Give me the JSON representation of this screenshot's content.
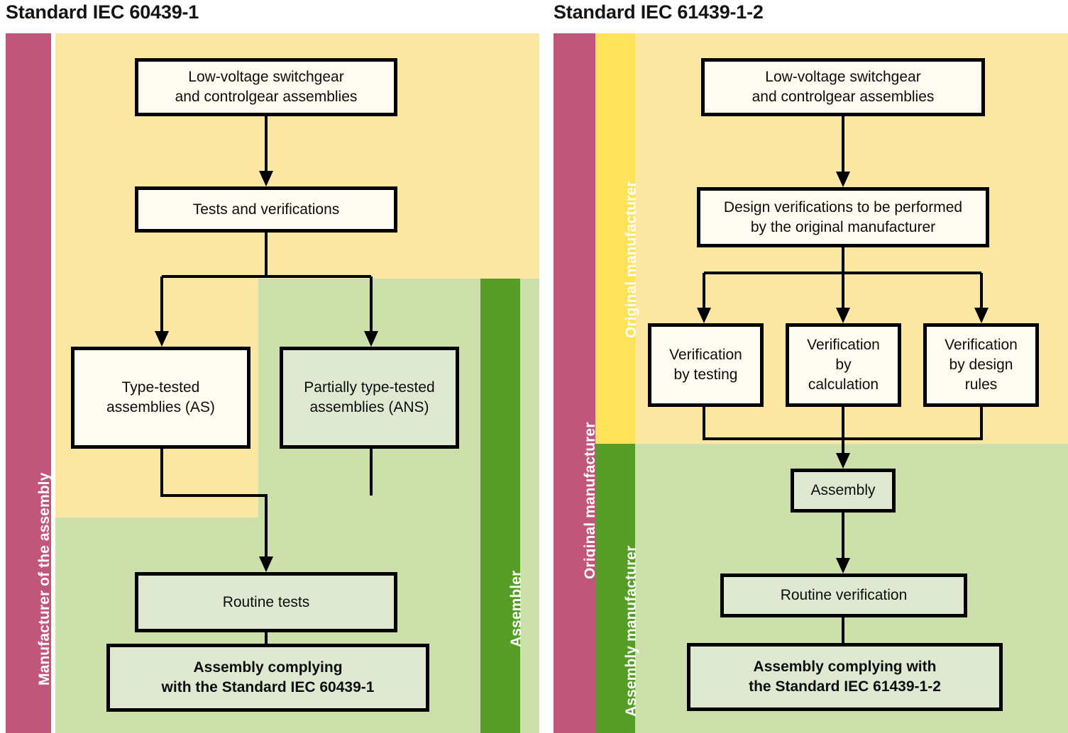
{
  "diagram": {
    "type": "flowchart",
    "panels": [
      {
        "id": "left",
        "title": "Standard IEC 60439-1",
        "swimlanes": [
          {
            "name": "manufacturer-of-the-assembly",
            "label": "Manufacturer of the assembly",
            "color": "#c0567a"
          },
          {
            "name": "assembler",
            "label": "Assembler",
            "color": "#559d27"
          }
        ],
        "zones": [
          {
            "name": "design-zone",
            "color": "#fbe7a2"
          },
          {
            "name": "assembly-zone",
            "color": "#cddfab"
          }
        ],
        "nodes": [
          {
            "id": "lv",
            "label": "Low-voltage switchgear\nand controlgear assemblies",
            "line1": "Low-voltage switchgear",
            "line2": "and controlgear assemblies",
            "fill": "cream",
            "bold": false
          },
          {
            "id": "tests",
            "label": "Tests and verifications",
            "line1": "Tests and verifications",
            "line2": "",
            "fill": "cream",
            "bold": false
          },
          {
            "id": "tta",
            "label": "Type-tested\nassemblies (AS)",
            "line1": "Type-tested",
            "line2": "assemblies (AS)",
            "fill": "cream",
            "bold": false
          },
          {
            "id": "pta",
            "label": "Partially type-tested\nassemblies (ANS)",
            "line1": "Partially type-tested",
            "line2": "assemblies (ANS)",
            "fill": "green",
            "bold": false
          },
          {
            "id": "routine",
            "label": "Routine tests",
            "line1": "Routine tests",
            "line2": "",
            "fill": "green",
            "bold": false
          },
          {
            "id": "complying",
            "label": "Assembly complying\nwith the Standard IEC 60439-1",
            "line1": "Assembly complying",
            "line2": "with the Standard IEC 60439-1",
            "fill": "green",
            "bold": true
          }
        ],
        "edges": [
          {
            "from": "lv",
            "to": "tests"
          },
          {
            "from": "tests",
            "to": "tta"
          },
          {
            "from": "tests",
            "to": "pta"
          },
          {
            "from": "tta",
            "to": "routine"
          },
          {
            "from": "pta",
            "to": "routine"
          },
          {
            "from": "routine",
            "to": "complying"
          }
        ]
      },
      {
        "id": "right",
        "title": "Standard IEC 61439-1-2",
        "swimlanes": [
          {
            "name": "original-manufacturer-outer",
            "label": "Original manufacturer",
            "color": "#c0567a"
          },
          {
            "name": "original-manufacturer-inner",
            "label": "Original manufacturer",
            "color": "#fde25a"
          },
          {
            "name": "assembly-manufacturer",
            "label": "Assembly manufacturer",
            "color": "#559d27"
          }
        ],
        "zones": [
          {
            "name": "design-zone",
            "color": "#fbe7a2"
          },
          {
            "name": "assembly-zone",
            "color": "#cddfab"
          }
        ],
        "nodes": [
          {
            "id": "lv2",
            "label": "Low-voltage switchgear\nand controlgear assemblies",
            "line1": "Low-voltage switchgear",
            "line2": "and controlgear assemblies",
            "fill": "cream",
            "bold": false
          },
          {
            "id": "design",
            "label": "Design verifications to be performed\nby the original manufacturer",
            "line1": "Design verifications to be performed",
            "line2": "by the original manufacturer",
            "fill": "cream",
            "bold": false
          },
          {
            "id": "vtest",
            "label": "Verification\nby testing",
            "line1": "Verification",
            "line2": "by testing",
            "line3": "",
            "fill": "cream",
            "bold": false
          },
          {
            "id": "vcalc",
            "label": "Verification\nby\ncalculation",
            "line1": "Verification",
            "line2": "by",
            "line3": "calculation",
            "fill": "cream",
            "bold": false
          },
          {
            "id": "vrules",
            "label": "Verification\nby design\nrules",
            "line1": "Verification",
            "line2": "by design",
            "line3": "rules",
            "fill": "cream",
            "bold": false
          },
          {
            "id": "assembly",
            "label": "Assembly",
            "line1": "Assembly",
            "line2": "",
            "fill": "green",
            "bold": false
          },
          {
            "id": "routinever",
            "label": "Routine verification",
            "line1": "Routine verification",
            "line2": "",
            "fill": "green",
            "bold": false
          },
          {
            "id": "complying2",
            "label": "Assembly complying with\nthe Standard IEC 61439-1-2",
            "line1": "Assembly complying with",
            "line2": "the Standard IEC 61439-1-2",
            "fill": "green",
            "bold": true
          }
        ],
        "edges": [
          {
            "from": "lv2",
            "to": "design"
          },
          {
            "from": "design",
            "to": "vtest"
          },
          {
            "from": "design",
            "to": "vcalc"
          },
          {
            "from": "design",
            "to": "vrules"
          },
          {
            "from": "vtest",
            "to": "assembly"
          },
          {
            "from": "vcalc",
            "to": "assembly"
          },
          {
            "from": "vrules",
            "to": "assembly"
          },
          {
            "from": "assembly",
            "to": "routinever"
          },
          {
            "from": "routinever",
            "to": "complying2"
          }
        ]
      }
    ]
  }
}
